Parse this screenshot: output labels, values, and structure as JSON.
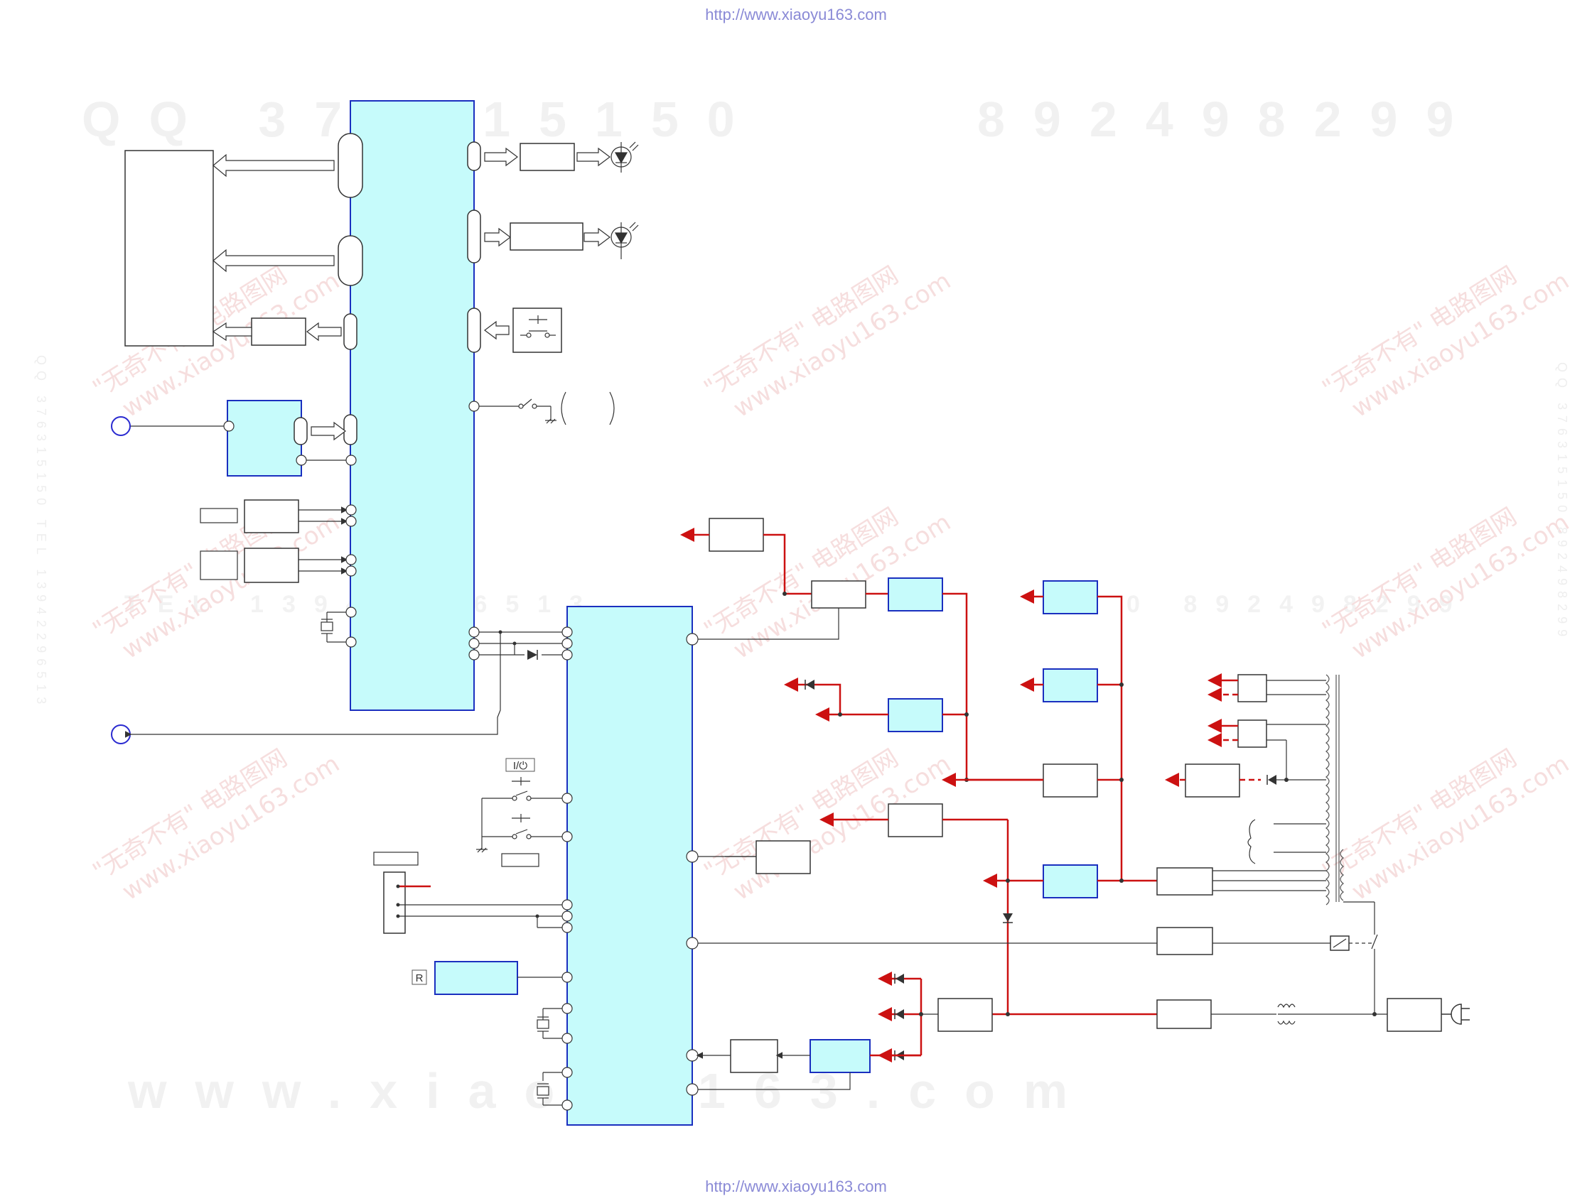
{
  "header": {
    "url": "http://www.xiaoyu163.com"
  },
  "footer": {
    "url": "http://www.xiaoyu163.com"
  },
  "watermarks": {
    "qq_number": "QQ 376315150",
    "phone_number": "892498299",
    "mid_line": "TEL 13942296513",
    "mid_line_right": "0  892498299",
    "site_spaced": "www.xiaoyu163.com",
    "stamp_lines": [
      "\"无奇不有\" 电路图网",
      "www.xiaoyu163.com"
    ],
    "side_left": "QQ 376315150  TEL 13942296513",
    "side_right": "QQ 376315150  892498299"
  },
  "symbols": {
    "power_key_label": "I/⏻",
    "remote_label": "R"
  },
  "colors": {
    "chip_fill": "#c6fbfb",
    "chip_stroke": "#1a2fbf",
    "wire": "#333333",
    "power_line": "#cc1111",
    "terminal": "#2a2ad0",
    "url": "#8a8ad6"
  }
}
